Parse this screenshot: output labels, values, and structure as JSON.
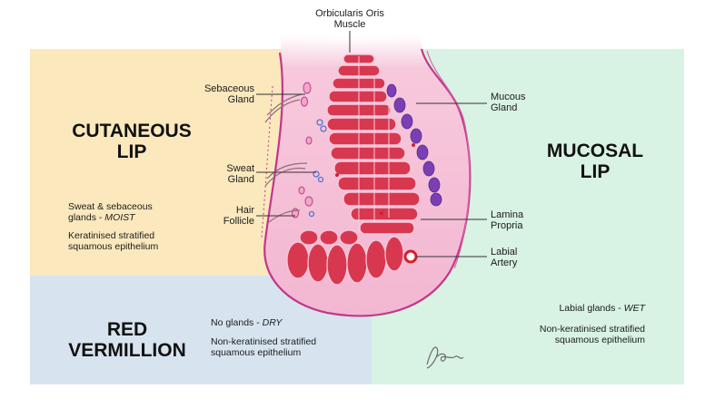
{
  "labels": {
    "orbicularis": [
      "Orbicularis Oris",
      "Muscle"
    ],
    "sebaceous": [
      "Sebaceous",
      "Gland"
    ],
    "sweat": [
      "Sweat",
      "Gland"
    ],
    "hair": [
      "Hair",
      "Follicle"
    ],
    "mucous": [
      "Mucous",
      "Gland"
    ],
    "lamina": [
      "Lamina",
      "Propria"
    ],
    "artery": [
      "Labial",
      "Artery"
    ]
  },
  "regions": {
    "cutaneous": {
      "title": [
        "CUTANEOUS",
        "LIP"
      ],
      "note1_a": "Sweat & sebaceous",
      "note1_b": "glands - ",
      "note1_em": "MOIST",
      "note2": [
        "Keratinised stratified",
        "squamous epithelium"
      ]
    },
    "red": {
      "title": [
        "RED",
        "VERMILLION"
      ],
      "note1_a": "No glands - ",
      "note1_em": "DRY",
      "note2": [
        "Non-keratinised stratified",
        "squamous epithelium"
      ]
    },
    "mucosal": {
      "title": [
        "MUCOSAL",
        "LIP"
      ],
      "note1_a": "Labial glands - ",
      "note1_em": "WET",
      "note2": [
        "Non-keratinised stratified",
        "squamous epithelium"
      ]
    }
  },
  "colors": {
    "cutaneous_bg": "#fbe8bd",
    "red_bg": "#d7e4f0",
    "mucosal_bg": "#d8f2e3",
    "lip_tissue": "#f6c6dc",
    "lip_border": "#c2378a",
    "muscle": "#d8384f",
    "mucous_gland": "#7b3fb3",
    "artery": "#d41f2c"
  }
}
